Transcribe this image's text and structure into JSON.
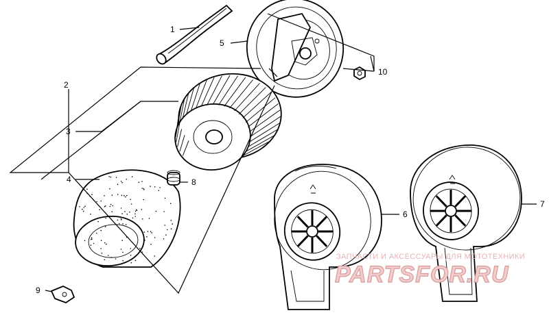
{
  "callouts": {
    "c1": "1",
    "c2": "2",
    "c3": "3",
    "c4": "4",
    "c5": "5",
    "c6": "6",
    "c7": "7",
    "c8": "8",
    "c9": "9",
    "c10": "10"
  },
  "watermark": {
    "subtitle": "ЗАПЧАСТИ И АКСЕССУАРЫ ДЛЯ МОТОТЕХНИКИ",
    "brand": "PARTSFOR.RU"
  }
}
